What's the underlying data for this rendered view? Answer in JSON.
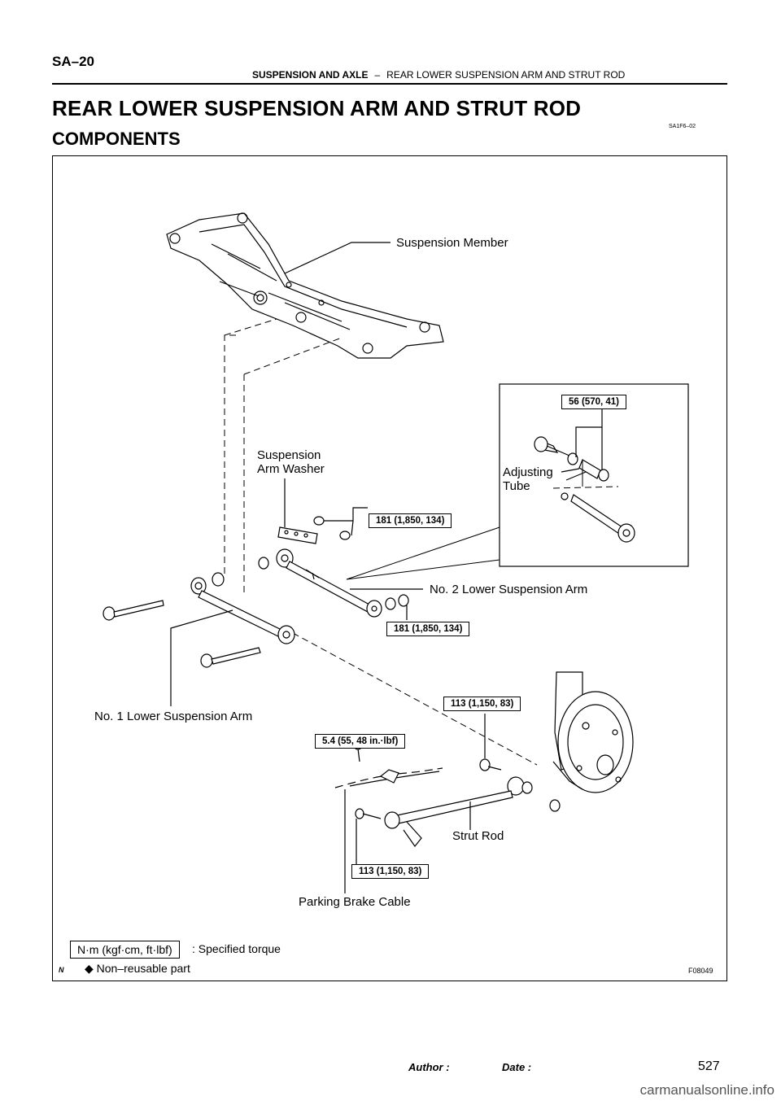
{
  "header": {
    "section_code": "SA–20",
    "section": "SUSPENSION AND AXLE",
    "separator": "–",
    "subsection": "REAR LOWER SUSPENSION ARM AND STRUT ROD"
  },
  "title": "REAR LOWER SUSPENSION ARM AND STRUT ROD",
  "subtitle": "COMPONENTS",
  "doc_code": "SA1F6–02",
  "labels": {
    "suspension_member": "Suspension Member",
    "suspension_arm_washer_1": "Suspension",
    "suspension_arm_washer_2": "Arm Washer",
    "adjusting_tube_1": "Adjusting",
    "adjusting_tube_2": "Tube",
    "no2_lower_arm": "No. 2 Lower Suspension Arm",
    "no1_lower_arm": "No. 1 Lower Suspension Arm",
    "strut_rod": "Strut Rod",
    "parking_brake_cable": "Parking Brake Cable"
  },
  "torques": {
    "t56": "56 (570, 41)",
    "t181_a": "181 (1,850, 134)",
    "t181_b": "181 (1,850, 134)",
    "t113_a": "113 (1,150, 83)",
    "t54": "5.4 (55, 48 in.·lbf)",
    "t113_b": "113 (1,150, 83)"
  },
  "legend": {
    "unit_box": "N·m (kgf·cm, ft·lbf)",
    "unit_text": ": Specified torque",
    "nonreuse_mark": "N",
    "nonreuse_text": "◆ Non–reusable part"
  },
  "figure_id": "F08049",
  "footer": {
    "author": "Author :",
    "date": "Date :",
    "page_number": "527"
  },
  "watermark": "carmanualsonline.info"
}
